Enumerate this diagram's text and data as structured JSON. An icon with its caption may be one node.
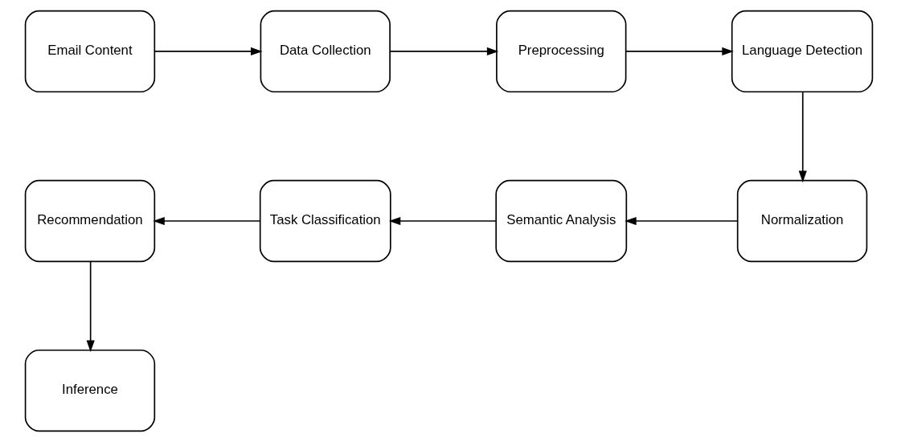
{
  "diagram": {
    "nodes": [
      {
        "text": [
          "Email Content"
        ]
      },
      {
        "text": [
          "Data Collection"
        ]
      },
      {
        "text": [
          "Preprocessing"
        ]
      },
      {
        "text": [
          "Language Detection"
        ]
      },
      {
        "text": [
          "Normalization"
        ]
      },
      {
        "text": [
          "Semantic Analysis"
        ]
      },
      {
        "text": [
          "Task Classification"
        ]
      },
      {
        "text": [
          "Recommendation"
        ]
      },
      {
        "text": [
          "Inference"
        ]
      }
    ],
    "edges": [
      {
        "from": 0,
        "to": 1,
        "arrow": "to"
      },
      {
        "from": 1,
        "to": 2,
        "arrow": "to"
      },
      {
        "from": 2,
        "to": 3,
        "arrow": "to"
      },
      {
        "from": 3,
        "to": 4,
        "arrow": "to"
      },
      {
        "from": 4,
        "to": 5,
        "arrow": "to"
      },
      {
        "from": 5,
        "to": 6,
        "arrow": "to"
      },
      {
        "from": 6,
        "to": 7,
        "arrow": "to"
      },
      {
        "from": 7,
        "to": 8,
        "arrow": "to"
      }
    ]
  }
}
